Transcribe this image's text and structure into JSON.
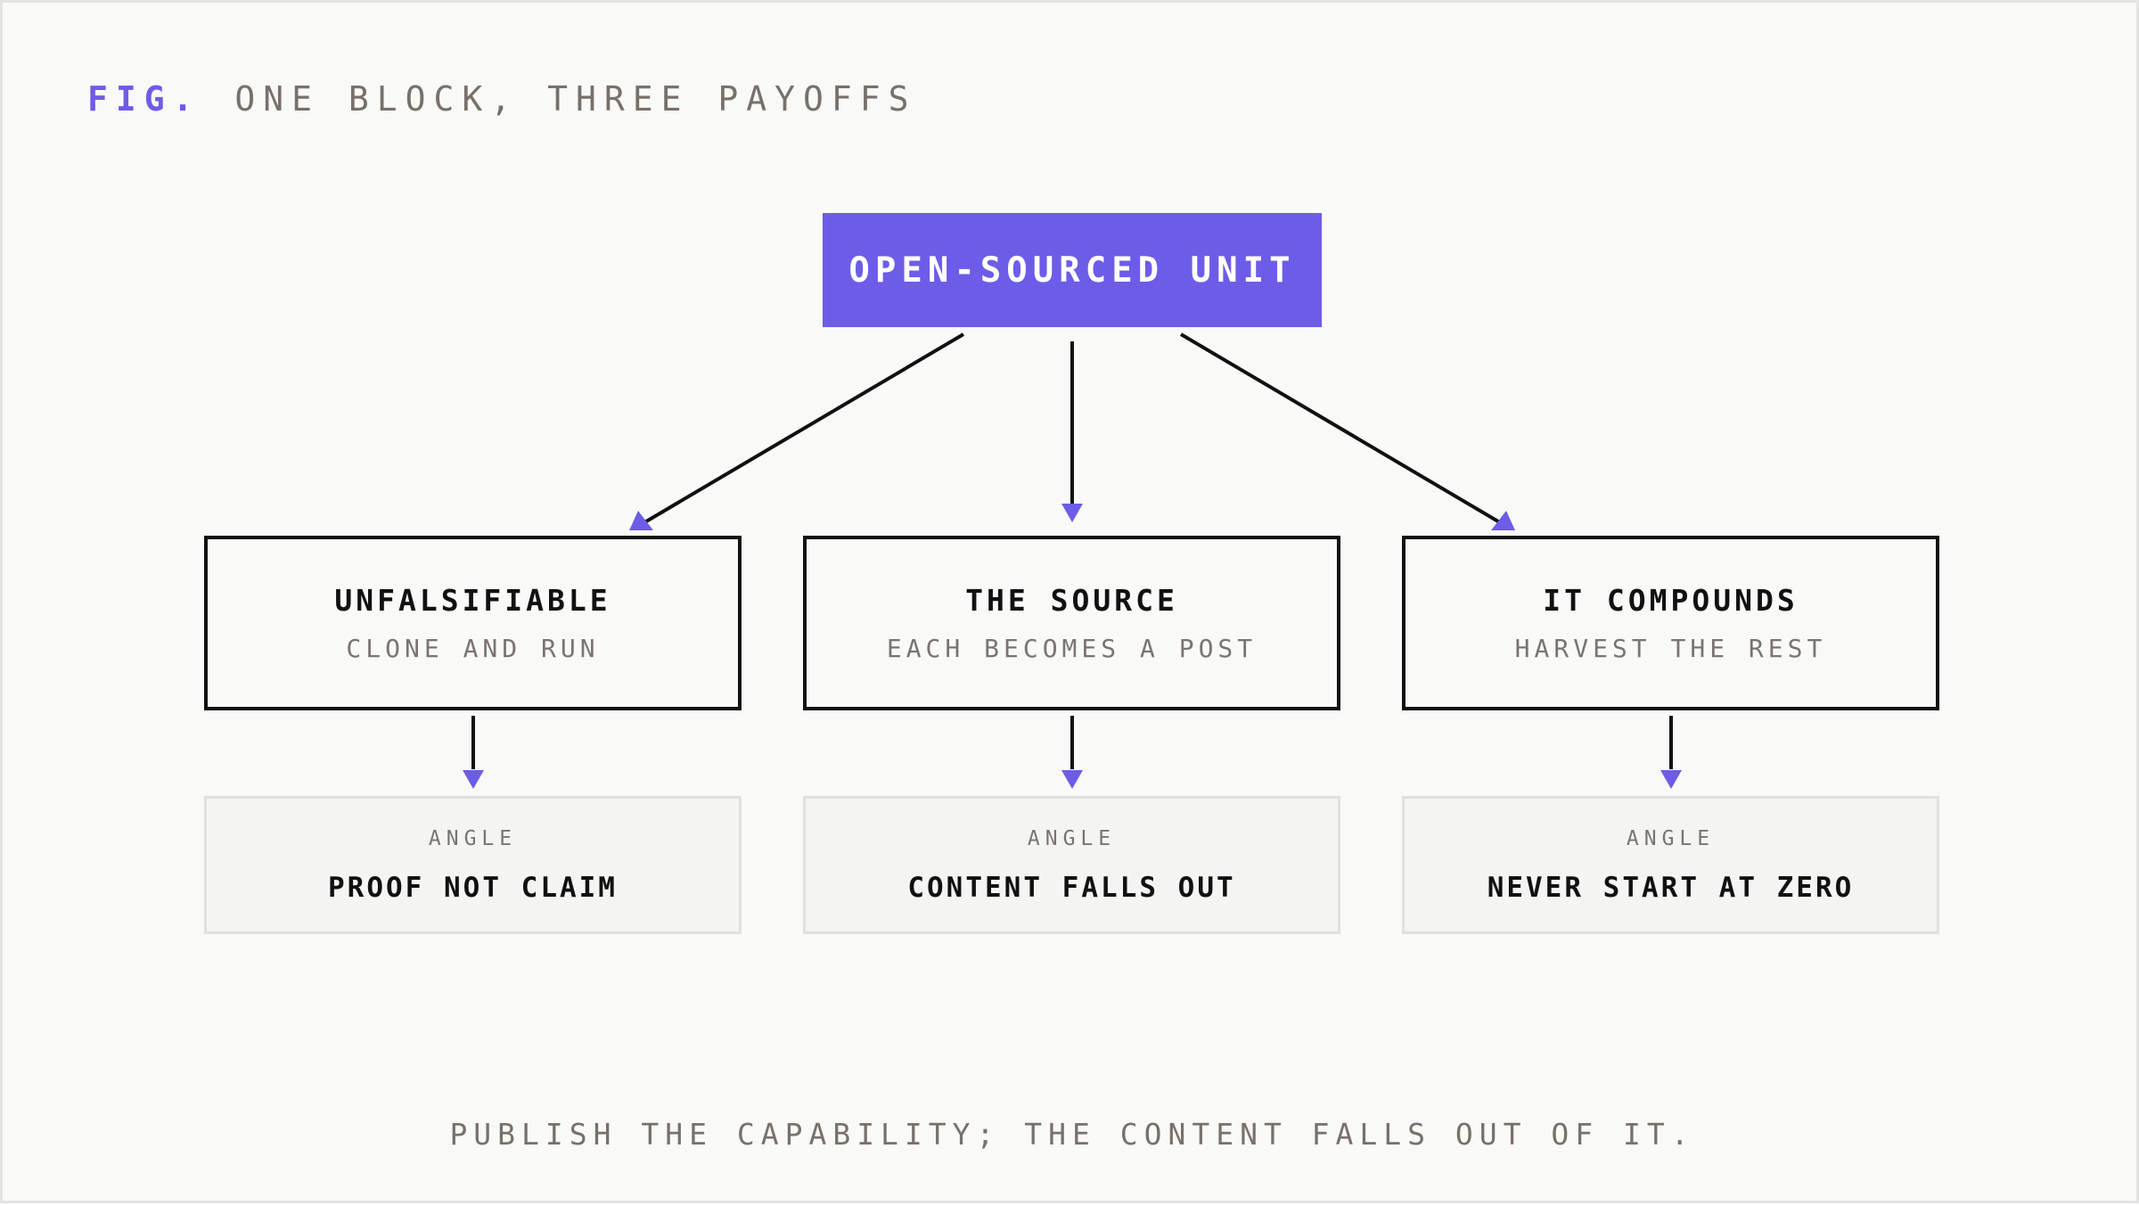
{
  "figure": {
    "label": "FIG.",
    "title": "ONE BLOCK, THREE PAYOFFS"
  },
  "root": {
    "label": "OPEN-SOURCED UNIT"
  },
  "branches": [
    {
      "title": "UNFALSIFIABLE",
      "subtitle": "CLONE AND RUN",
      "angle_label": "ANGLE",
      "angle_value": "PROOF NOT CLAIM"
    },
    {
      "title": "THE SOURCE",
      "subtitle": "EACH BECOMES A POST",
      "angle_label": "ANGLE",
      "angle_value": "CONTENT FALLS OUT"
    },
    {
      "title": "IT COMPOUNDS",
      "subtitle": "HARVEST THE REST",
      "angle_label": "ANGLE",
      "angle_value": "NEVER START AT ZERO"
    }
  ],
  "caption": "PUBLISH THE CAPABILITY; THE CONTENT FALLS OUT OF IT.",
  "colors": {
    "accent": "#6d5ce7",
    "ink": "#111111",
    "muted": "#78706a",
    "background": "#f9f9f7"
  }
}
